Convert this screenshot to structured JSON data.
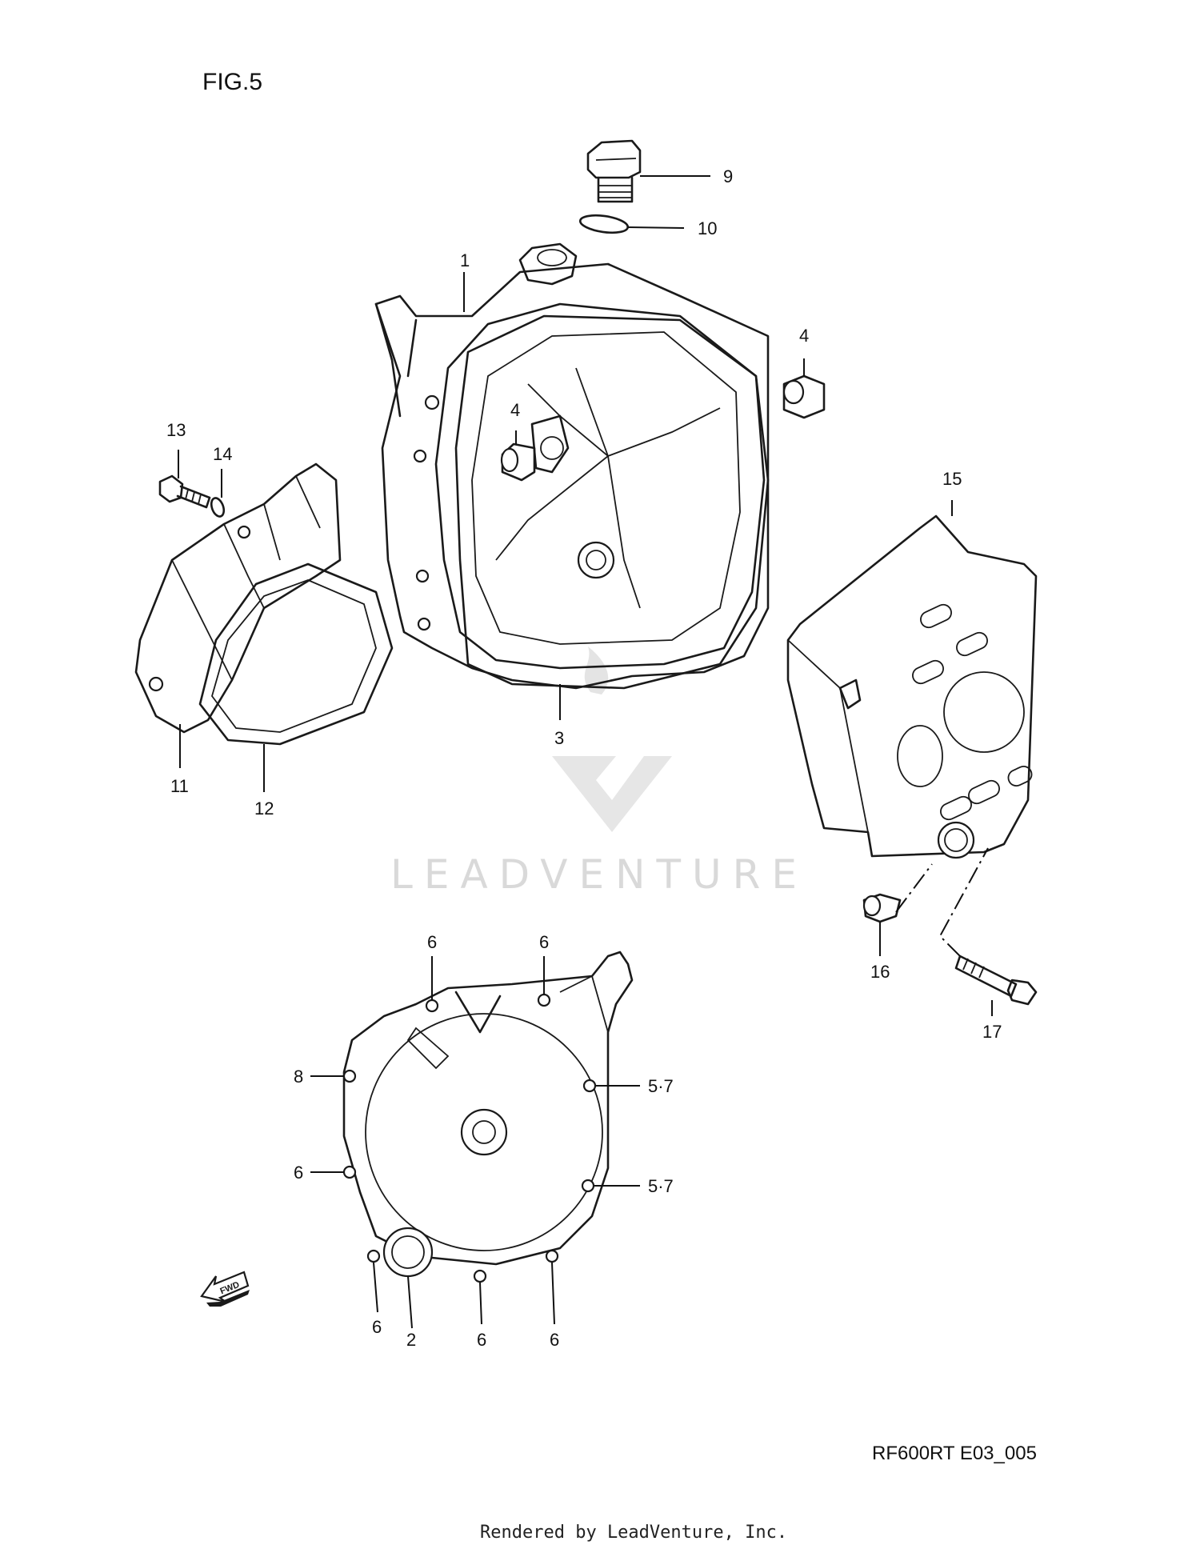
{
  "figure": {
    "title": "FIG.5",
    "code": "RF600RT E03_005",
    "footer": "Rendered by LeadVenture, Inc.",
    "watermark": "LEADVENTURE",
    "fwd_label": "FWD"
  },
  "callouts": {
    "c1": "1",
    "c2": "2",
    "c3": "3",
    "c4a": "4",
    "c4b": "4",
    "c5a": "5·7",
    "c5b": "5·7",
    "c6a": "6",
    "c6b": "6",
    "c6c": "6",
    "c6d": "6",
    "c6e": "6",
    "c6f": "6",
    "c8": "8",
    "c9": "9",
    "c10": "10",
    "c11": "11",
    "c12": "12",
    "c13": "13",
    "c14": "14",
    "c15": "15",
    "c16": "16",
    "c17": "17"
  },
  "colors": {
    "line": "#1a1a1a",
    "watermark": "#d9d9d9",
    "background": "#ffffff"
  }
}
